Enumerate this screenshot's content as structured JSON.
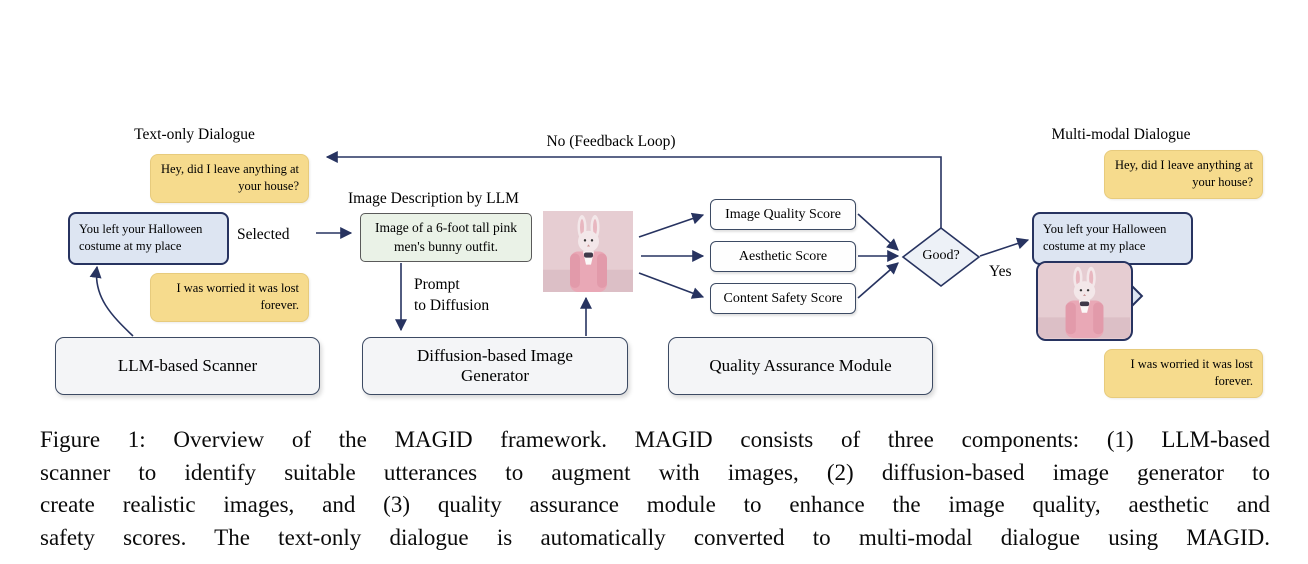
{
  "figure": {
    "left_panel": {
      "title": "Text-only Dialogue",
      "bubble_1": "Hey, did I leave anything at your house?",
      "bubble_selected": "You left your Halloween costume at my place",
      "selected_label": "Selected",
      "bubble_3": "I was worried it was lost forever.",
      "scanner_label": "LLM-based Scanner"
    },
    "generator_panel": {
      "description_title": "Image Description by LLM",
      "description_text": "Image of a 6-foot tall pink men's bunny outfit.",
      "prompt_line1": "Prompt",
      "prompt_line2": "to Diffusion",
      "generator_label": "Diffusion-based Image Generator"
    },
    "qa_panel": {
      "score_1": "Image Quality Score",
      "score_2": "Aesthetic Score",
      "score_3": "Content Safety Score",
      "qa_label": "Quality Assurance Module"
    },
    "decision": {
      "label": "Good?",
      "yes_label": "Yes",
      "feedback_label": "No (Feedback Loop)"
    },
    "right_panel": {
      "title": "Multi-modal Dialogue",
      "bubble_1": "Hey, did I leave anything at your house?",
      "bubble_2": "You left your Halloween costume at my place",
      "bubble_3": "I was worried it was lost forever."
    }
  },
  "caption": {
    "lines": [
      "Figure 1: Overview of the MAGID framework. MAGID consists of three components: (1) LLM-based",
      "scanner to identify suitable utterances to augment with images, (2) diffusion-based image generator to",
      "create realistic images, and (3) quality assurance module to enhance the image quality, aesthetic and",
      "safety scores. The text-only dialogue is automatically converted to multi-modal dialogue using MAGID."
    ]
  },
  "colors": {
    "yellow_bubble": "#f6db8d",
    "blue_bubble_fill": "#dde5f2",
    "navy_border": "#273360",
    "green_fill": "#eaf2e7",
    "module_fill": "#f4f5f7"
  }
}
